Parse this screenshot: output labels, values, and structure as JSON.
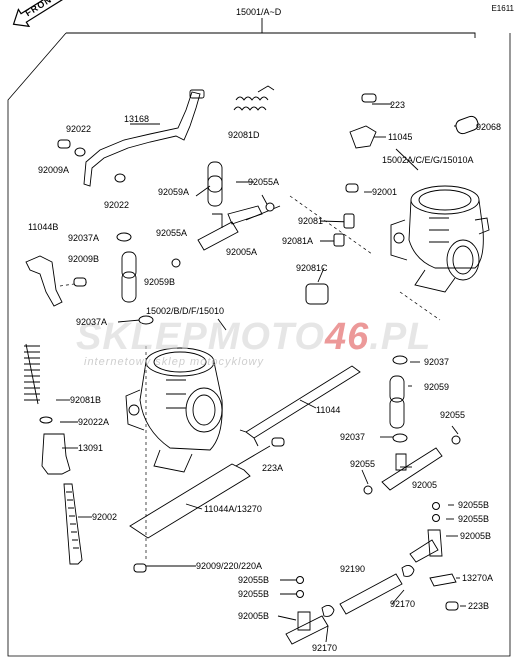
{
  "diagram_id": "E1611",
  "front_label": "FRONT",
  "watermark": {
    "brand_a": "SKLEPMOTO",
    "brand_b": "46",
    "brand_c": ".PL",
    "tagline": "internetowy sklep motocyklowy"
  },
  "parts": [
    {
      "id": "p-15001",
      "label": "15001/A~D"
    },
    {
      "id": "p-13168",
      "label": "13168"
    },
    {
      "id": "p-92022-top",
      "label": "92022"
    },
    {
      "id": "p-92009a",
      "label": "92009A"
    },
    {
      "id": "p-92022-mid",
      "label": "92022"
    },
    {
      "id": "p-92081d",
      "label": "92081D"
    },
    {
      "id": "p-223-top",
      "label": "223"
    },
    {
      "id": "p-11045",
      "label": "11045"
    },
    {
      "id": "p-92068",
      "label": "92068"
    },
    {
      "id": "p-15002a",
      "label": "15002A/C/E/G/15010A"
    },
    {
      "id": "p-92059a",
      "label": "92059A"
    },
    {
      "id": "p-92055a-top",
      "label": "92055A"
    },
    {
      "id": "p-92001",
      "label": "92001"
    },
    {
      "id": "p-11044b",
      "label": "11044B"
    },
    {
      "id": "p-92037a-top",
      "label": "92037A"
    },
    {
      "id": "p-92055a-mid",
      "label": "92055A"
    },
    {
      "id": "p-92081",
      "label": "92081"
    },
    {
      "id": "p-92005a",
      "label": "92005A"
    },
    {
      "id": "p-92081a",
      "label": "92081A"
    },
    {
      "id": "p-92009b",
      "label": "92009B"
    },
    {
      "id": "p-92059b",
      "label": "92059B"
    },
    {
      "id": "p-92081c",
      "label": "92081C"
    },
    {
      "id": "p-15002b",
      "label": "15002/B/D/F/15010"
    },
    {
      "id": "p-92037a-mid",
      "label": "92037A"
    },
    {
      "id": "p-92037-right",
      "label": "92037"
    },
    {
      "id": "p-92081b",
      "label": "92081B"
    },
    {
      "id": "p-92059",
      "label": "92059"
    },
    {
      "id": "p-92022a",
      "label": "92022A"
    },
    {
      "id": "p-11044",
      "label": "11044"
    },
    {
      "id": "p-92055-right",
      "label": "92055"
    },
    {
      "id": "p-13091",
      "label": "13091"
    },
    {
      "id": "p-92037-low",
      "label": "92037"
    },
    {
      "id": "p-223a",
      "label": "223A"
    },
    {
      "id": "p-92055-low",
      "label": "92055"
    },
    {
      "id": "p-92005",
      "label": "92005"
    },
    {
      "id": "p-92055b-1",
      "label": "92055B"
    },
    {
      "id": "p-92002",
      "label": "92002"
    },
    {
      "id": "p-11044a",
      "label": "11044A/13270"
    },
    {
      "id": "p-92055b-2",
      "label": "92055B"
    },
    {
      "id": "p-92005b-right",
      "label": "92005B"
    },
    {
      "id": "p-92009-220",
      "label": "92009/220/220A"
    },
    {
      "id": "p-92190",
      "label": "92190"
    },
    {
      "id": "p-13270a",
      "label": "13270A"
    },
    {
      "id": "p-92055b-3",
      "label": "92055B"
    },
    {
      "id": "p-92055b-4",
      "label": "92055B"
    },
    {
      "id": "p-92170-right",
      "label": "92170"
    },
    {
      "id": "p-223b",
      "label": "223B"
    },
    {
      "id": "p-92005b-left",
      "label": "92005B"
    },
    {
      "id": "p-92170-low",
      "label": "92170"
    }
  ]
}
